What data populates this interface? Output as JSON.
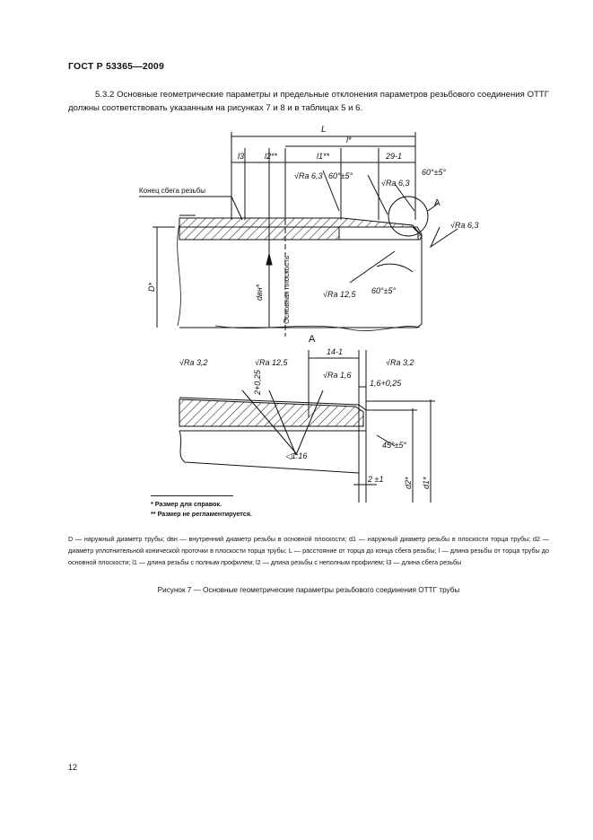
{
  "header": {
    "standard": "ГОСТ Р 53365—2009"
  },
  "paragraph": {
    "text": "5.3.2 Основные геометрические параметры и предельные отклонения параметров резьбового соединения ОТТГ должны соответствовать указанным на рисунках 7 и 8 и в таблицах 5 и 6."
  },
  "figure": {
    "top_view": {
      "labels": {
        "L": "L",
        "l_star": "l*",
        "l3": "l3",
        "l2": "l2**",
        "l1": "l1**",
        "dim_29": "29-1",
        "end_label": "Конец сбега резьбы",
        "base_plane": "Основная плоскость",
        "D": "D*",
        "dbn": "dвн*",
        "section": "A"
      },
      "roughness": [
        "Ra 6,3",
        "Ra 6,3",
        "Ra 6,3",
        "Ra 12,5"
      ],
      "angles": [
        "60°±5°",
        "60°±5°",
        "60°±5°"
      ]
    },
    "detail_view": {
      "title": "A",
      "labels": {
        "dim_14": "14-1",
        "dim_2": "2+0,25",
        "dim_16": "1,6+0,25",
        "taper": "1:16",
        "dim_2pm1": "2 ±1",
        "angle45": "45°±5°",
        "d2": "d2*",
        "d1": "d1*"
      },
      "roughness": [
        "Ra 3,2",
        "Ra 12,5",
        "Ra 1,6",
        "Ra 3,2"
      ]
    }
  },
  "notes": {
    "ref": "* Размер для справок.",
    "unreg": "** Размер не регламентируется."
  },
  "legend": {
    "text": "D — наружный диаметр трубы; dвн — внутренний диаметр резьбы в основной плоскости; d1 — наружный диаметр резьбы в плоскости торца трубы; d2 — диаметр уплотнительной конической проточки в плоскости торца трубы; L — расстояние от торца до конца сбега резьбы; l — длина резьбы от торца трубы до основной плоскости; l1 — длина резьбы с полным профилем; l2 — длина резьбы с неполным профилем; l3 — длина сбега резьбы"
  },
  "caption": {
    "text": "Рисунок 7 — Основные геометрические параметры резьбового соединения ОТТГ трубы"
  },
  "page": {
    "number": "12"
  }
}
